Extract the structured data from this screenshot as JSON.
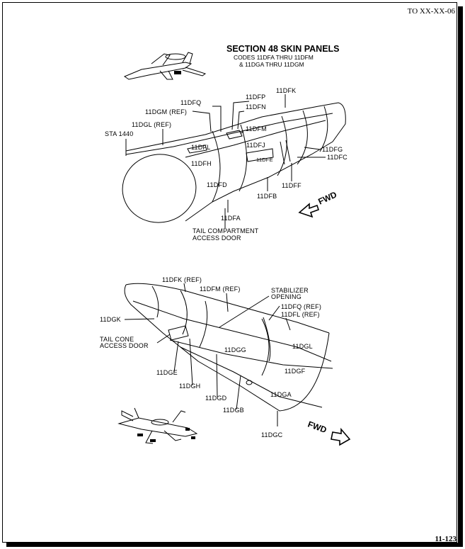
{
  "header": {
    "doc_number": "TO XX-XX-06"
  },
  "footer": {
    "page_number": "11-123"
  },
  "figure": {
    "title": "SECTION 48 SKIN PANELS",
    "subtitle_1": "CODES 11DFA THRU 11DFM",
    "subtitle_2": "& 11DGA THRU 11DGM",
    "upper_view": {
      "labels": {
        "dfk": "11DFK",
        "dfp": "11DFP",
        "dfq": "11DFQ",
        "dfn": "11DFN",
        "dgm_ref": "11DGM (REF)",
        "dgl_ref": "11DGL (REF)",
        "dfm": "11DFM",
        "sta": "STA 1440",
        "dfl": "11DFL",
        "dfj": "11DFJ",
        "dfg": "11DFG",
        "dfe": "11DFE",
        "dfc": "11DFC",
        "dfh": "11DFH",
        "dfd": "11DFD",
        "dff": "11DFF",
        "dfb": "11DFB",
        "dfa": "11DFA",
        "access_1": "TAIL COMPARTMENT",
        "access_2": "ACCESS DOOR",
        "fwd": "FWD"
      }
    },
    "lower_view": {
      "labels": {
        "dfk_ref": "11DFK (REF)",
        "dfm_ref": "11DFM (REF)",
        "stab_1": "STABILIZER",
        "stab_2": "OPENING",
        "dfq_ref": "11DFQ (REF)",
        "dfl_ref": "11DFL (REF)",
        "dgk": "11DGK",
        "cone_1": "TAIL CONE",
        "cone_2": "ACCESS DOOR",
        "dgg": "11DGG",
        "dgl": "11DGL",
        "dge": "11DGE",
        "dgf": "11DGF",
        "dgh": "11DGH",
        "dgd": "11DGD",
        "dga": "11DGA",
        "dgb": "11DGB",
        "dgc": "11DGC",
        "fwd": "FWD"
      }
    }
  }
}
